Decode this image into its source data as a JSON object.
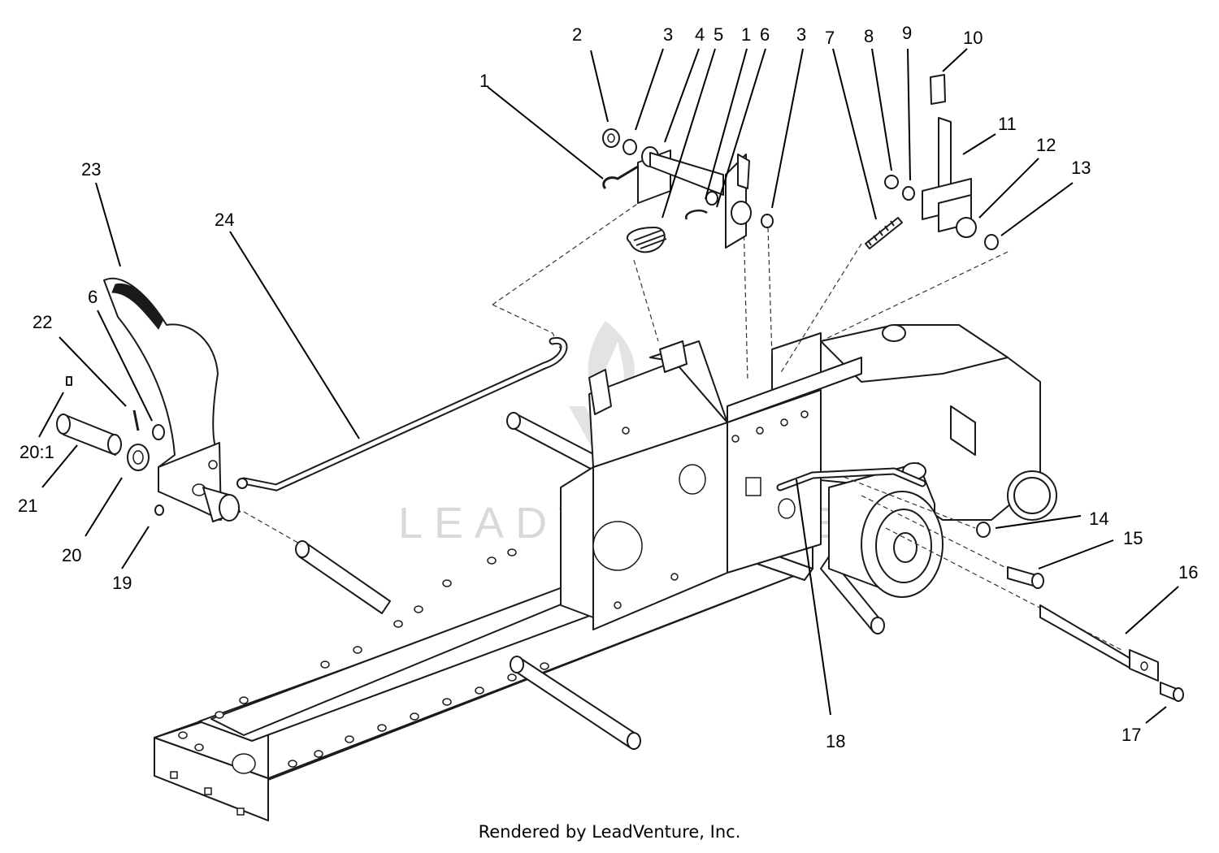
{
  "credit": "Rendered by LeadVenture, Inc.",
  "watermark": "LEADVENTURE",
  "callouts": [
    {
      "label": "1"
    },
    {
      "label": "2"
    },
    {
      "label": "3"
    },
    {
      "label": "4"
    },
    {
      "label": "5"
    },
    {
      "label": "1"
    },
    {
      "label": "6"
    },
    {
      "label": "3"
    },
    {
      "label": "7"
    },
    {
      "label": "8"
    },
    {
      "label": "9"
    },
    {
      "label": "10"
    },
    {
      "label": "11"
    },
    {
      "label": "12"
    },
    {
      "label": "13"
    },
    {
      "label": "23"
    },
    {
      "label": "24"
    },
    {
      "label": "6"
    },
    {
      "label": "22"
    },
    {
      "label": "20:1"
    },
    {
      "label": "21"
    },
    {
      "label": "20"
    },
    {
      "label": "19"
    },
    {
      "label": "14"
    },
    {
      "label": "15"
    },
    {
      "label": "16"
    },
    {
      "label": "17"
    },
    {
      "label": "18"
    }
  ]
}
